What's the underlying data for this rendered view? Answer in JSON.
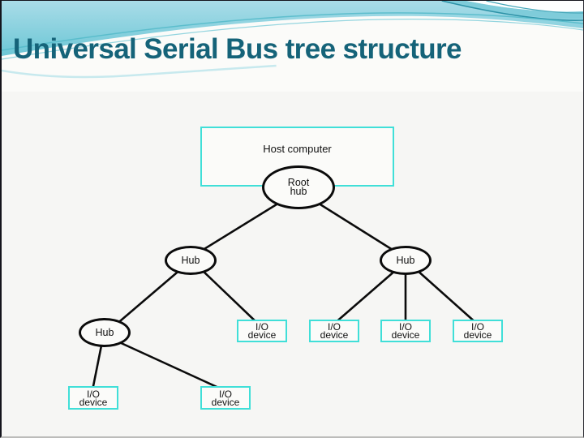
{
  "slide_title": "Universal Serial Bus tree structure",
  "colors": {
    "title_text": "#156379",
    "band_teal_top": "#a9dce8",
    "band_teal_bottom": "#45b9c9",
    "device_box_border": "#40dfd8",
    "ellipse_border": "#0b0b0b",
    "edge_line": "#0b0b0b",
    "slide_background": "#f6f6f4"
  },
  "diagram": {
    "nodes": [
      {
        "id": "host-computer",
        "shape": "rectangle",
        "label": "Host computer"
      },
      {
        "id": "root-hub",
        "shape": "ellipse",
        "label": "Root\nhub"
      },
      {
        "id": "hub-left",
        "shape": "ellipse",
        "label": "Hub"
      },
      {
        "id": "hub-right",
        "shape": "ellipse",
        "label": "Hub"
      },
      {
        "id": "hub-lower-left",
        "shape": "ellipse",
        "label": "Hub"
      },
      {
        "id": "io-device-1",
        "shape": "rectangle",
        "label": "I/O\ndevice"
      },
      {
        "id": "io-device-2",
        "shape": "rectangle",
        "label": "I/O\ndevice"
      },
      {
        "id": "io-device-3",
        "shape": "rectangle",
        "label": "I/O\ndevice"
      },
      {
        "id": "io-device-4",
        "shape": "rectangle",
        "label": "I/O\ndevice"
      },
      {
        "id": "io-device-5",
        "shape": "rectangle",
        "label": "I/O\ndevice"
      },
      {
        "id": "io-device-6",
        "shape": "rectangle",
        "label": "I/O\ndevice"
      }
    ],
    "edges": [
      {
        "from": "root-hub",
        "to": "hub-left"
      },
      {
        "from": "root-hub",
        "to": "hub-right"
      },
      {
        "from": "hub-left",
        "to": "hub-lower-left"
      },
      {
        "from": "hub-left",
        "to": "io-device-1"
      },
      {
        "from": "hub-right",
        "to": "io-device-2"
      },
      {
        "from": "hub-right",
        "to": "io-device-3"
      },
      {
        "from": "hub-right",
        "to": "io-device-4"
      },
      {
        "from": "hub-lower-left",
        "to": "io-device-5"
      },
      {
        "from": "hub-lower-left",
        "to": "io-device-6"
      }
    ]
  }
}
